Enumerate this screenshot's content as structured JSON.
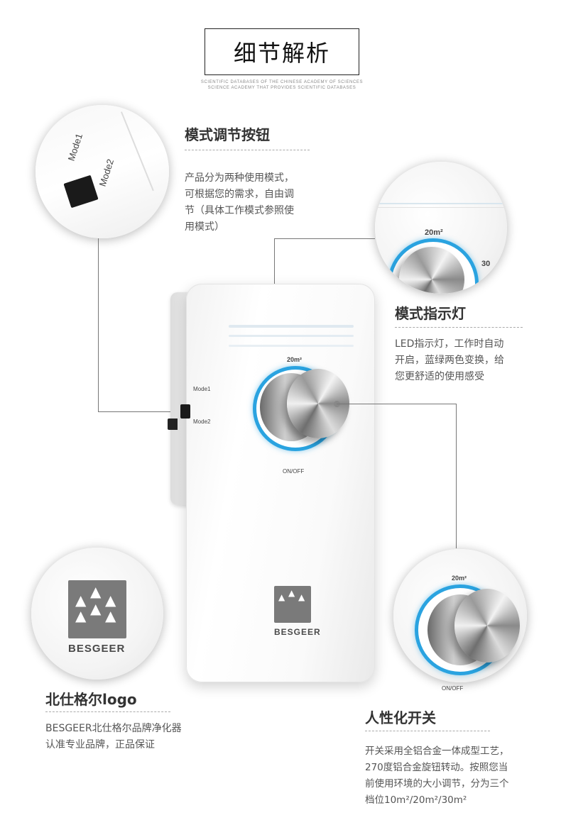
{
  "header": {
    "title": "细节解析",
    "subline1": "SCIENTIFIC DATABASES OF THE CHINESE ACADEMY OF SCIENCES",
    "subline2": "SCIENCE ACADEMY THAT PROVIDES SCIENTIFIC DATABASES"
  },
  "sections": {
    "mode_button": {
      "heading": "模式调节按钮",
      "lines": [
        "产品分为两种使用模式，",
        "可根据您的需求，自由调",
        "节（具体工作模式参照使",
        "用模式）"
      ]
    },
    "indicator": {
      "heading": "模式指示灯",
      "lines": [
        "LED指示灯，工作时自动",
        "开启，蓝绿两色变换，给",
        "您更舒适的使用感受"
      ]
    },
    "logo": {
      "heading": "北仕格尔logo",
      "lines": [
        "BESGEER北仕格尔品牌净化器",
        "认准专业品牌，正品保证"
      ]
    },
    "switch": {
      "heading": "人性化开关",
      "lines": [
        "开关采用全铝合金一体成型工艺，",
        "270度铝合金旋钮转动。按照您当",
        "前使用环境的大小调节，分为三个",
        "档位10m²/20m²/30m²"
      ]
    }
  },
  "device": {
    "mode1": "Mode1",
    "mode2": "Mode2",
    "area_label": "20m²",
    "area_label_partial": "30",
    "onoff": "ON/OFF",
    "brand": "BESGEER"
  },
  "colors": {
    "ring_blue": "#2aa3e0",
    "logo_gray": "#7a7a7a"
  }
}
